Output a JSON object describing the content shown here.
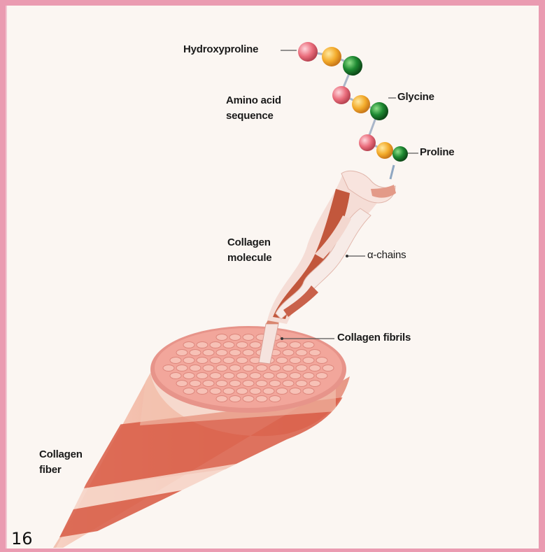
{
  "labels": {
    "hydroxyproline": "Hydroxyproline",
    "amino_acid_line1": "Amino acid",
    "amino_acid_line2": "sequence",
    "glycine": "Glycine",
    "proline": "Proline",
    "collagen_molecule_line1": "Collagen",
    "collagen_molecule_line2": "molecule",
    "alpha_chains": "α-chains",
    "collagen_fibrils": "Collagen fibrils",
    "collagen_fiber_line1": "Collagen",
    "collagen_fiber_line2": "fiber"
  },
  "page_number": "16",
  "colors": {
    "hydroxyproline_bead": "#e86a78",
    "intermediate_bead": "#f2a92a",
    "glycine_bead": "#1e8a32",
    "chain_dark": "#c2573c",
    "chain_light": "#f7e2dc",
    "fiber_band_dark": "#d85a44",
    "fiber_band_light": "#f3c2b0",
    "fibril_face": "#f0a59a"
  }
}
